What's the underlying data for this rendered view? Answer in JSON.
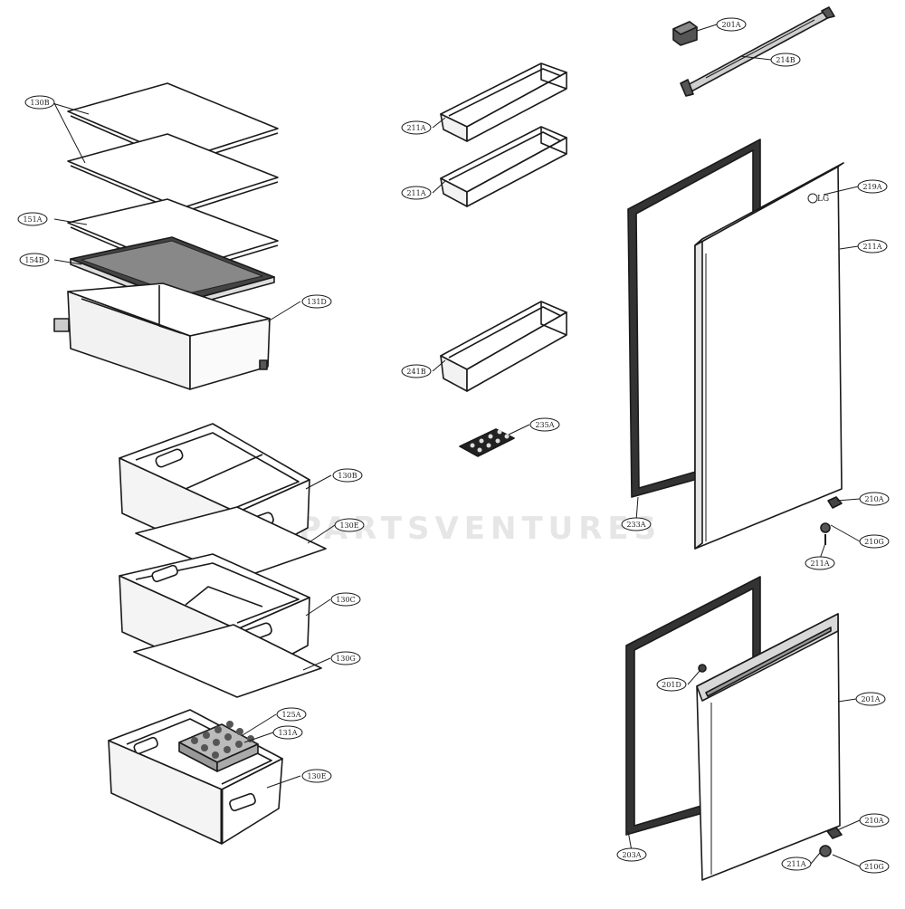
{
  "watermark": "PARTSVENTURES",
  "colors": {
    "line": "#1a1a1a",
    "fill": "#ffffff",
    "shade": "#e6e6e6",
    "dark": "#2a2a2a",
    "watermark": "#e4e4e4"
  },
  "logo_text": "LG",
  "callouts": {
    "c1": "130B",
    "c2": "151A",
    "c3": "154B",
    "c4": "131D",
    "c5": "130B",
    "c6": "130E",
    "c7": "130C",
    "c8": "130G",
    "c9": "125A",
    "c10": "131A",
    "c11": "130E",
    "c12": "211A",
    "c13": "211A",
    "c14": "241B",
    "c15": "235A",
    "c16": "201A",
    "c17": "214B",
    "c18": "219A",
    "c19": "211A",
    "c20": "233A",
    "c21": "210A",
    "c22": "210G",
    "c23": "211A",
    "c24": "201D",
    "c25": "201A",
    "c26": "203A",
    "c27": "210A",
    "c28": "211A",
    "c29": "210G"
  }
}
